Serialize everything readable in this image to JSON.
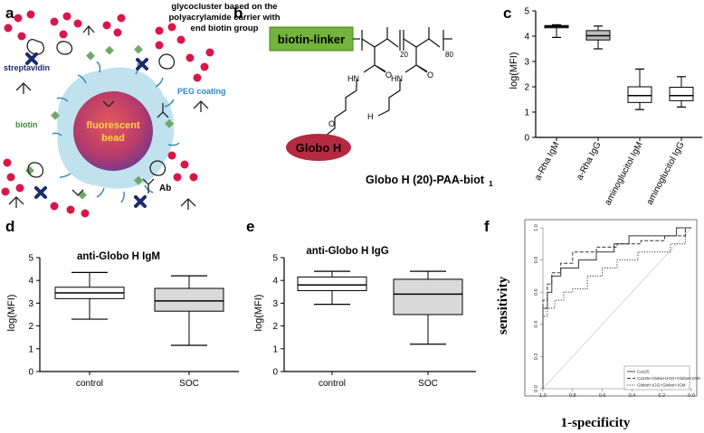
{
  "panels": {
    "a": {
      "letter": "a",
      "caption_line1": "glycocluster based on the",
      "caption_line2": "polyacrylamide carrier with",
      "caption_line3": "end biotin group",
      "bead_line1": "fluorescent",
      "bead_line2": "bead",
      "streptavidin": "streptavidin",
      "peg": "PEG coating",
      "biotin": "biotin",
      "ab": "Ab",
      "colors": {
        "bead": "#b73a6a",
        "coating": "#bfe2ee",
        "glycan": "#d8164a",
        "biotin": "#6fa86a",
        "streptavidin": "#1b2b6e",
        "bead_text": "#ffd24a"
      }
    },
    "b": {
      "letter": "b",
      "linker_label": "biotin-linker",
      "repeat1": "20",
      "repeat2": "80",
      "nh1": "HN",
      "nh2": "HN",
      "o1": "O",
      "o2": "O",
      "o3": "O",
      "ho": "H",
      "globo_label": "Globo H",
      "compound_name": "Globo H (20)-PAA-biot",
      "compound_sub": "1",
      "colors": {
        "linker": "#73b43c",
        "globo": "#b52a40"
      }
    }
  },
  "chart_data": [
    {
      "id": "c",
      "letter": "c",
      "type": "box",
      "title": "",
      "ylabel": "log(MFI)",
      "ylim": [
        0,
        5
      ],
      "yticks": [
        "0",
        "1",
        "2",
        "3",
        "4",
        "5"
      ],
      "categories": [
        "a-Rha IgM",
        "a-Rha IgG",
        "aminoglucitol IgM",
        "aminoglucitol IgG"
      ],
      "boxes": [
        {
          "min": 3.95,
          "q1": 4.33,
          "median": 4.38,
          "q3": 4.42,
          "max": 4.45
        },
        {
          "min": 3.5,
          "q1": 3.85,
          "median": 4.02,
          "q3": 4.22,
          "max": 4.4
        },
        {
          "min": 1.1,
          "q1": 1.38,
          "median": 1.65,
          "q3": 2.0,
          "max": 2.7
        },
        {
          "min": 1.2,
          "q1": 1.45,
          "median": 1.65,
          "q3": 1.98,
          "max": 2.4
        }
      ],
      "box_fill": [
        "#bdbdbd",
        "#bdbdbd",
        "#ffffff",
        "#ffffff"
      ]
    },
    {
      "id": "d",
      "letter": "d",
      "type": "box",
      "title": "anti-Globo H IgM",
      "ylabel": "log(MFI)",
      "ylim": [
        0,
        5
      ],
      "yticks": [
        "0",
        "1",
        "2",
        "3",
        "4",
        "5"
      ],
      "categories": [
        "control",
        "SOC"
      ],
      "boxes": [
        {
          "min": 2.3,
          "q1": 3.2,
          "median": 3.45,
          "q3": 3.7,
          "max": 4.35
        },
        {
          "min": 1.15,
          "q1": 2.65,
          "median": 3.1,
          "q3": 3.65,
          "max": 4.2
        }
      ],
      "box_fill": [
        "#ffffff",
        "#d9d9d9"
      ]
    },
    {
      "id": "e",
      "letter": "e",
      "type": "box",
      "title": "anti-Globo H IgG",
      "ylabel": "log(MFI)",
      "ylim": [
        0,
        5
      ],
      "yticks": [
        "0",
        "1",
        "2",
        "3",
        "4",
        "5"
      ],
      "categories": [
        "control",
        "SOC"
      ],
      "boxes": [
        {
          "min": 2.95,
          "q1": 3.55,
          "median": 3.8,
          "q3": 4.15,
          "max": 4.4
        },
        {
          "min": 1.2,
          "q1": 2.5,
          "median": 3.4,
          "q3": 4.05,
          "max": 4.4
        }
      ],
      "box_fill": [
        "#ffffff",
        "#d9d9d9"
      ]
    },
    {
      "id": "f",
      "letter": "f",
      "type": "line",
      "title": "",
      "xlabel": "1-specificity",
      "ylabel": "sensitivity",
      "xlim": [
        1.0,
        0.0
      ],
      "ylim": [
        0,
        1.0
      ],
      "xticks": [
        "1.0",
        "0.8",
        "0.6",
        "0.4",
        "0.2",
        "0.0"
      ],
      "yticks": [
        "0.0",
        "0.2",
        "0.4",
        "0.6",
        "0.8",
        "1.0"
      ],
      "legend_position": "bottom-right",
      "series": [
        {
          "name": "Ca125",
          "style": "solid",
          "color": "#333333",
          "x": [
            1.0,
            1.0,
            0.97,
            0.97,
            0.94,
            0.94,
            0.88,
            0.88,
            0.76,
            0.76,
            0.64,
            0.64,
            0.52,
            0.52,
            0.42,
            0.42,
            0.3,
            0.3,
            0.1,
            0.1,
            0.0
          ],
          "y": [
            0.0,
            0.5,
            0.5,
            0.6,
            0.6,
            0.7,
            0.7,
            0.75,
            0.75,
            0.8,
            0.8,
            0.85,
            0.85,
            0.9,
            0.9,
            0.95,
            0.95,
            0.95,
            0.95,
            1.0,
            1.0
          ]
        },
        {
          "name": "Ca125+GloboH.IGG+GloboH.IGM",
          "style": "dashed",
          "color": "#333333",
          "x": [
            1.0,
            1.0,
            0.97,
            0.97,
            0.94,
            0.94,
            0.88,
            0.88,
            0.8,
            0.8,
            0.64,
            0.64,
            0.5,
            0.5,
            0.34,
            0.34,
            0.18,
            0.18,
            0.04,
            0.04,
            0.0
          ],
          "y": [
            0.0,
            0.55,
            0.55,
            0.65,
            0.65,
            0.72,
            0.72,
            0.78,
            0.78,
            0.85,
            0.85,
            0.88,
            0.88,
            0.9,
            0.9,
            0.92,
            0.92,
            0.95,
            0.95,
            1.0,
            1.0
          ]
        },
        {
          "name": "GloboH.IGG+GloboH.IGM",
          "style": "dotted",
          "color": "#333333",
          "x": [
            1.0,
            1.0,
            0.97,
            0.97,
            0.92,
            0.92,
            0.86,
            0.86,
            0.8,
            0.8,
            0.7,
            0.7,
            0.6,
            0.6,
            0.5,
            0.5,
            0.36,
            0.36,
            0.14,
            0.14,
            0.04,
            0.04,
            0.0
          ],
          "y": [
            0.0,
            0.45,
            0.45,
            0.5,
            0.5,
            0.55,
            0.55,
            0.6,
            0.6,
            0.62,
            0.62,
            0.7,
            0.7,
            0.75,
            0.75,
            0.8,
            0.8,
            0.85,
            0.85,
            0.9,
            0.9,
            1.0,
            1.0
          ]
        }
      ],
      "reference_line": {
        "style": "solid",
        "color": "#cfcfcf"
      }
    }
  ]
}
